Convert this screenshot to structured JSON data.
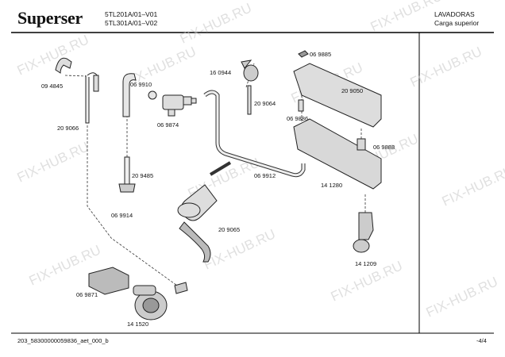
{
  "header": {
    "brand": "Superser",
    "models": [
      "5TL201A/01–V01",
      "5TL301A/01–V02"
    ],
    "category": "LAVADORAS",
    "subcategory": "Carga superior"
  },
  "watermark": "FIX-HUB.RU",
  "parts": [
    {
      "id": "p-094845",
      "label": "09 4845"
    },
    {
      "id": "p-209066",
      "label": "20 9066"
    },
    {
      "id": "p-069910",
      "label": "06 9910"
    },
    {
      "id": "p-069874",
      "label": "06 9874"
    },
    {
      "id": "p-209485",
      "label": "20 9485"
    },
    {
      "id": "p-069914",
      "label": "06 9914"
    },
    {
      "id": "p-160944",
      "label": "16 0944"
    },
    {
      "id": "p-209064",
      "label": "20 9064"
    },
    {
      "id": "p-069885",
      "label": "06 9885"
    },
    {
      "id": "p-209050",
      "label": "20 9050"
    },
    {
      "id": "p-069886",
      "label": "06 9886"
    },
    {
      "id": "p-069888",
      "label": "06 9888"
    },
    {
      "id": "p-069912",
      "label": "06 9912"
    },
    {
      "id": "p-141280",
      "label": "14 1280"
    },
    {
      "id": "p-209065",
      "label": "20 9065"
    },
    {
      "id": "p-141209",
      "label": "14 1209"
    },
    {
      "id": "p-069871",
      "label": "06 9871"
    },
    {
      "id": "p-141520",
      "label": "14 1520"
    }
  ],
  "footer": {
    "doc_id": "203_58300000059836_aet_000_b",
    "page": "-4/4"
  }
}
